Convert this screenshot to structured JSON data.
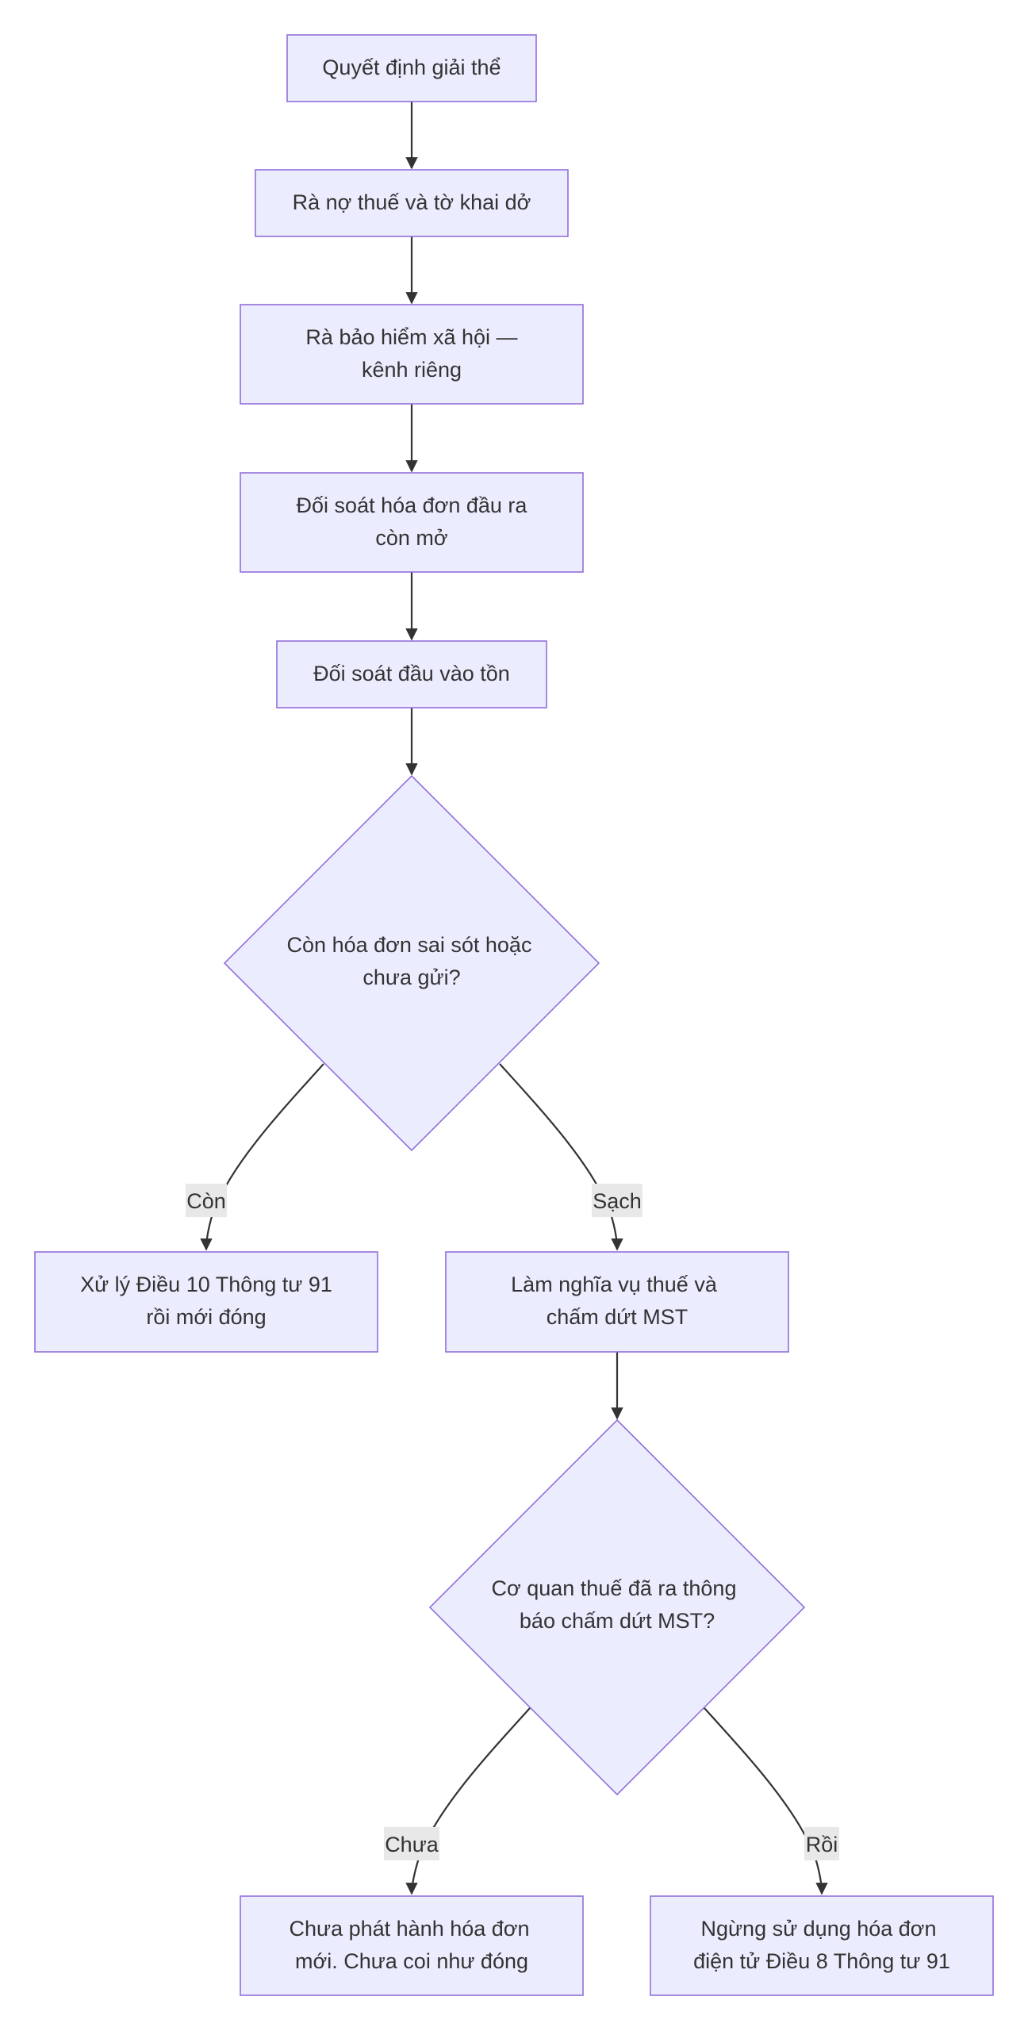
{
  "nodes": {
    "dissolution_decision": {
      "lines": [
        "Quyết định giải thể"
      ]
    },
    "review_tax_debt": {
      "lines": [
        "Rà nợ thuế và tờ khai dở"
      ]
    },
    "review_social_insurance": {
      "lines": [
        "Rà bảo hiểm xã hội —",
        "kênh riêng"
      ]
    },
    "reconcile_output_invoices": {
      "lines": [
        "Đối soát hóa đơn đầu ra",
        "còn mở"
      ]
    },
    "reconcile_input": {
      "lines": [
        "Đối soát đầu vào tồn"
      ]
    },
    "invoice_error_decision": {
      "lines": [
        "Còn hóa đơn sai sót hoặc",
        "chưa gửi?"
      ]
    },
    "handle_article_10": {
      "lines": [
        "Xử lý Điều 10 Thông tư 91",
        "rồi mới đóng"
      ]
    },
    "fulfil_obligations": {
      "lines": [
        "Làm nghĩa vụ thuế và",
        "chấm dứt MST"
      ]
    },
    "tax_notice_decision": {
      "lines": [
        "Cơ quan thuế đã ra thông",
        "báo chấm dứt MST?"
      ]
    },
    "not_closed": {
      "lines": [
        "Chưa phát hành hóa đơn",
        "mới. Chưa coi như đóng"
      ]
    },
    "stop_e_invoice": {
      "lines": [
        "Ngừng sử dụng hóa đơn",
        "điện tử Điều 8 Thông tư 91"
      ]
    }
  },
  "edge_labels": {
    "con": "Còn",
    "sach": "Sạch",
    "chua": "Chưa",
    "roi": "Rồi"
  },
  "colors": {
    "node_fill": "#ECECFF",
    "node_stroke": "#9370DB",
    "edge": "#333333",
    "text": "#333333",
    "label_bg": "#E8E8E8"
  }
}
